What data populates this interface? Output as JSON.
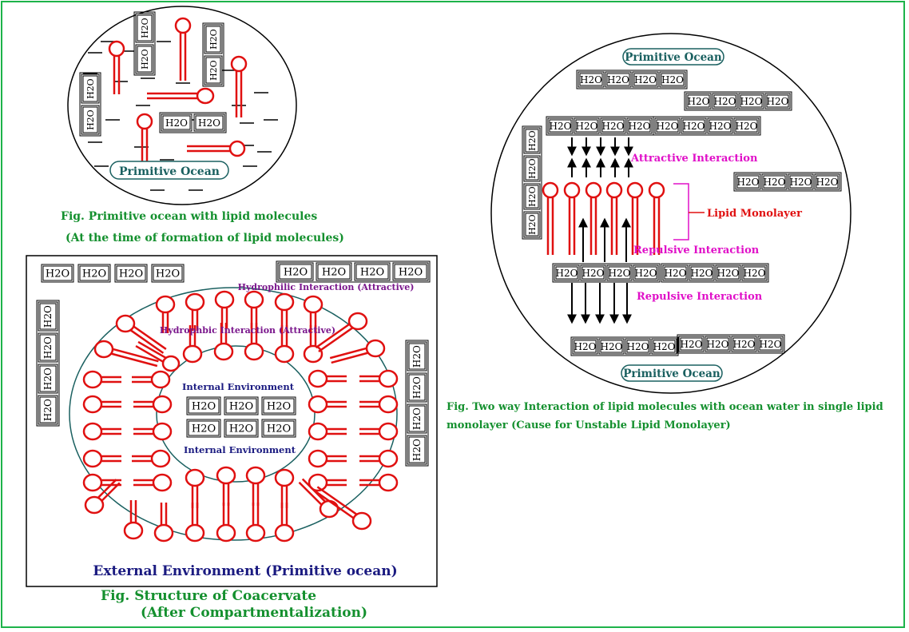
{
  "water_label": "H2O",
  "colors": {
    "frame": "#1db34a",
    "lipid": "#e01010",
    "caption": "#14902e",
    "magenta": "#e010c8",
    "purple": "#7a168c",
    "navy": "#1a1a80",
    "ocean_label": "#1a6060"
  },
  "fig1": {
    "ocean_label": "Primitive Ocean",
    "caption_line1": "Fig. Primitive ocean with lipid molecules",
    "caption_line2": "(At the time of formation of lipid molecules)"
  },
  "fig2": {
    "top_ocean_label": "Primitive Ocean",
    "bottom_ocean_label": "Primitive Ocean",
    "attractive_label": "Attractive Interaction",
    "repulsive_label_1": "Repulsive Interaction",
    "repulsive_label_2": "Repulsive Interaction",
    "monolayer_label": "Lipid Monolayer",
    "caption_line1": "Fig. Two way Interaction of lipid molecules with ocean water in single lipid",
    "caption_line2": "monolayer (Cause for Unstable Lipid Monolayer)"
  },
  "fig3": {
    "hydrophilic_label": "Hydrophilic Interaction (Attractive)",
    "hydrophobic_label": "Hydrophbic Interaction (Attractive)",
    "internal_label_1": "Internal Environment",
    "internal_label_2": "Internal Environment",
    "external_label": "External Environment (Primitive ocean)",
    "caption_line1": "Fig. Structure of Coacervate",
    "caption_line2": "(After Compartmentalization)"
  }
}
